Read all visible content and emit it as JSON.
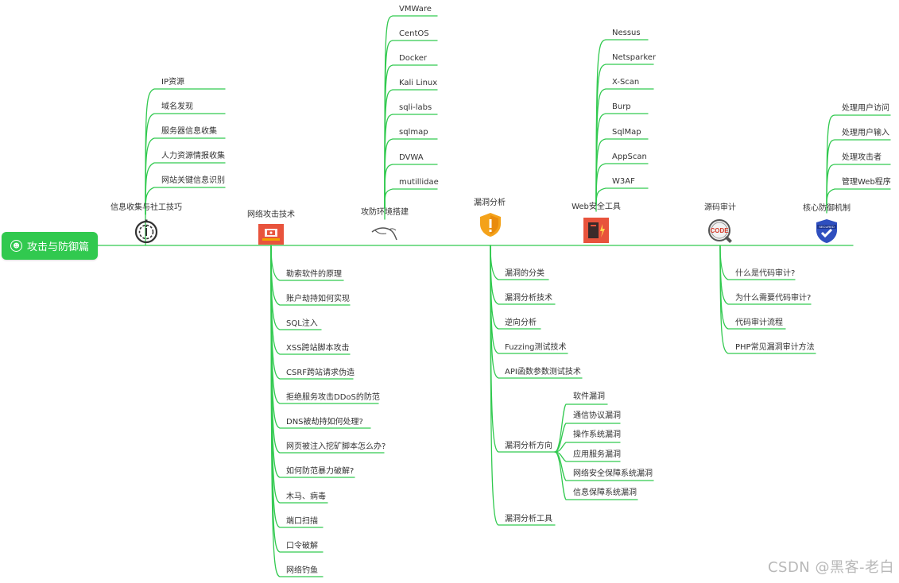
{
  "root": {
    "label": "攻击与防御篇"
  },
  "colors": {
    "line": "#31c94f",
    "root_bg": "#31c94f"
  },
  "topics": {
    "info": {
      "title": "信息收集与社工技巧",
      "icon": "stopwatch-info-icon",
      "children": [
        "IP资源",
        "域名发现",
        "服务器信息收集",
        "人力资源情报收集",
        "网站关键信息识别"
      ]
    },
    "attack": {
      "title": "网络攻击技术",
      "icon": "laptop-alert-icon",
      "children": [
        "勒索软件的原理",
        "账户劫持如何实现",
        "SQL注入",
        "XSS跨站脚本攻击",
        "CSRF跨站请求伪造",
        "拒绝服务攻击DDoS的防范",
        "DNS被劫持如何处理?",
        "网页被注入挖矿脚本怎么办?",
        "如何防范暴力破解?",
        "木马、病毒",
        "端口扫描",
        "口令破解",
        "网络钓鱼"
      ]
    },
    "env": {
      "title": "攻防环境搭建",
      "icon": "kali-dragon-icon",
      "children": [
        "VMWare",
        "CentOS",
        "Docker",
        "Kali Linux",
        "sqli-labs",
        "sqlmap",
        "DVWA",
        "mutillidae"
      ]
    },
    "vuln": {
      "title": "漏洞分析",
      "icon": "shield-warning-icon",
      "children": [
        "漏洞的分类",
        "漏洞分析技术",
        "逆向分析",
        "Fuzzing测试技术",
        "API函数参数测试技术",
        "漏洞分析方向",
        "漏洞分析工具"
      ],
      "direction_children": [
        "软件漏洞",
        "通信协议漏洞",
        "操作系统漏洞",
        "应用服务漏洞",
        "网络安全保障系统漏洞",
        "信息保障系统漏洞"
      ]
    },
    "web": {
      "title": "Web安全工具",
      "icon": "web-tool-icon",
      "children": [
        "Nessus",
        "Netsparker",
        "X-Scan",
        "Burp",
        "SqlMap",
        "AppScan",
        "W3AF"
      ]
    },
    "code": {
      "title": "源码审计",
      "icon": "code-magnifier-icon",
      "icon_text": "CODE",
      "children": [
        "什么是代码审计?",
        "为什么需要代码审计?",
        "代码审计流程",
        "PHP常见漏洞审计方法"
      ]
    },
    "core": {
      "title": "核心防御机制",
      "icon": "secured-shield-icon",
      "icon_text": "SECURED",
      "children": [
        "处理用户访问",
        "处理用户输入",
        "处理攻击者",
        "管理Web程序"
      ]
    }
  },
  "watermark": "CSDN @黑客-老白"
}
